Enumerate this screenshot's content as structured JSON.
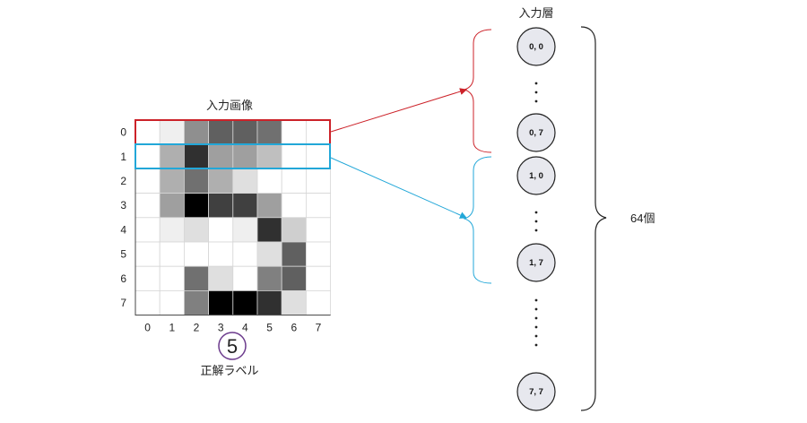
{
  "image_title": "入力画像",
  "label_caption": "正解ラベル",
  "label_value": "5",
  "input_layer_title": "入力層",
  "total_label": "64個",
  "x_ticks": [
    "0",
    "1",
    "2",
    "3",
    "4",
    "5",
    "6",
    "7"
  ],
  "y_ticks": [
    "0",
    "1",
    "2",
    "3",
    "4",
    "5",
    "6",
    "7"
  ],
  "pixels": [
    [
      0,
      1,
      7,
      10,
      10,
      9,
      0,
      0
    ],
    [
      0,
      5,
      13,
      6,
      6,
      4,
      0,
      0
    ],
    [
      0,
      5,
      9,
      5,
      2,
      0,
      0,
      0
    ],
    [
      0,
      6,
      16,
      12,
      12,
      6,
      0,
      0
    ],
    [
      0,
      1,
      2,
      0,
      1,
      13,
      3,
      0
    ],
    [
      0,
      0,
      0,
      0,
      0,
      2,
      10,
      0
    ],
    [
      0,
      0,
      9,
      2,
      0,
      8,
      10,
      0
    ],
    [
      0,
      0,
      8,
      16,
      16,
      13,
      2,
      0
    ]
  ],
  "nodes": [
    {
      "label": "0, 0"
    },
    {
      "label": "0, 7"
    },
    {
      "label": "1, 0"
    },
    {
      "label": "1, 7"
    },
    {
      "label": "7, 7"
    }
  ],
  "colors": {
    "row0_highlight": "#cc2229",
    "row1_highlight": "#22a7d8",
    "node_fill": "#e7e8ee",
    "label_circle": "#6b3a8c",
    "brace": "#222222"
  }
}
